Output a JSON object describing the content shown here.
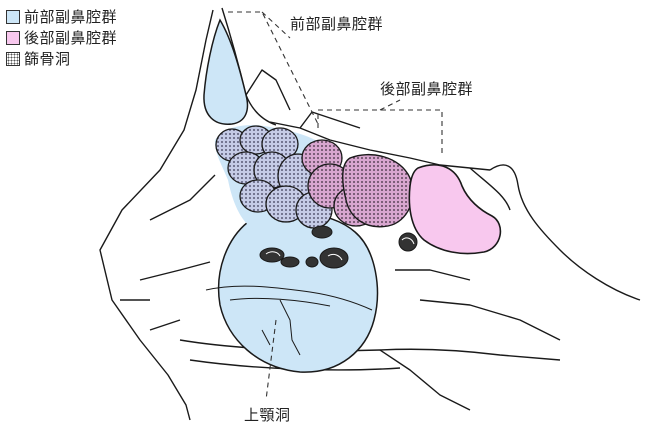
{
  "legend": {
    "items": [
      {
        "label": "前部副鼻腔群",
        "color": "#cde6f7"
      },
      {
        "label": "後部副鼻腔群",
        "color": "#f8c8ee"
      },
      {
        "label": "篩骨洞",
        "pattern": "dotted"
      }
    ]
  },
  "labels": {
    "anterior_group": "前部副鼻腔群",
    "posterior_group": "後部副鼻腔群",
    "maxillary_sinus": "上顎洞"
  },
  "colors": {
    "anterior_fill": "#cde6f7",
    "posterior_fill": "#f8c8ee",
    "ethmoid_fill": "#a5a8c4",
    "outline": "#1a1a1a"
  }
}
